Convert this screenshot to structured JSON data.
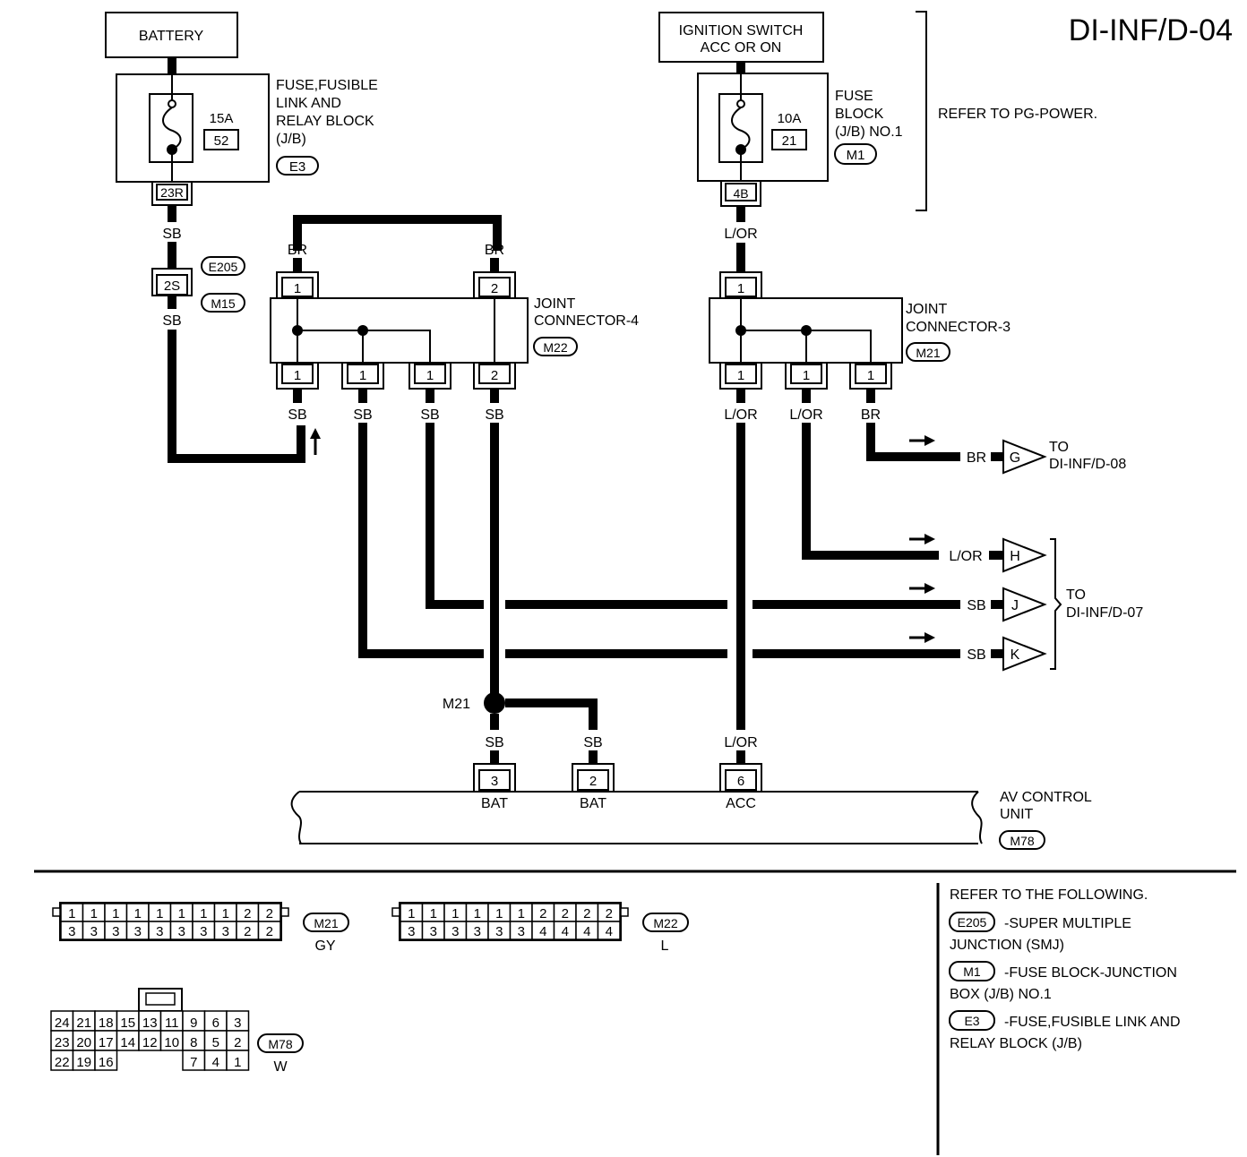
{
  "title": "DI-INF/D-04",
  "battery": "BATTERY",
  "ignition": {
    "line1": "IGNITION SWITCH",
    "line2": "ACC OR ON"
  },
  "fuse_left": {
    "amp": "15A",
    "num": "52",
    "label": [
      "FUSE,FUSIBLE",
      "LINK AND",
      "RELAY BLOCK",
      "(J/B)"
    ],
    "conn": "E3",
    "terminal": "23R"
  },
  "fuse_right": {
    "amp": "10A",
    "num": "21",
    "label": [
      "FUSE",
      "BLOCK",
      "(J/B) NO.1"
    ],
    "conn": "M1",
    "terminal": "4B"
  },
  "refer_pg": "REFER TO PG-POWER.",
  "inline": {
    "terminal": "2S",
    "conn_top": "E205",
    "conn_bottom": "M15"
  },
  "jc4": {
    "label": [
      "JOINT",
      "CONNECTOR-4"
    ],
    "conn": "M22",
    "top_pins": [
      "1",
      "2"
    ],
    "bottom_pins": [
      "1",
      "1",
      "1",
      "2"
    ]
  },
  "jc3": {
    "label": [
      "JOINT",
      "CONNECTOR-3"
    ],
    "conn": "M21",
    "top_pins": [
      "1"
    ],
    "bottom_pins": [
      "1",
      "1",
      "1"
    ]
  },
  "wires": {
    "sb": "SB",
    "br": "BR",
    "lor": "L/OR"
  },
  "offpage": {
    "g": "G",
    "h": "H",
    "j": "J",
    "k": "K",
    "to": "TO",
    "d08": "DI-INF/D-08",
    "d07": "DI-INF/D-07"
  },
  "splice": "M21",
  "av_unit": {
    "label": [
      "AV CONTROL",
      "UNIT"
    ],
    "conn": "M78",
    "pins": [
      {
        "num": "3",
        "name": "BAT"
      },
      {
        "num": "2",
        "name": "BAT"
      },
      {
        "num": "6",
        "name": "ACC"
      }
    ]
  },
  "connectors": {
    "m21": {
      "id": "M21",
      "color": "GY",
      "top": [
        "1",
        "1",
        "1",
        "1",
        "1",
        "1",
        "1",
        "1",
        "2",
        "2"
      ],
      "bottom": [
        "3",
        "3",
        "3",
        "3",
        "3",
        "3",
        "3",
        "3",
        "2",
        "2"
      ]
    },
    "m22": {
      "id": "M22",
      "color": "L",
      "top": [
        "1",
        "1",
        "1",
        "1",
        "1",
        "1",
        "2",
        "2",
        "2",
        "2"
      ],
      "bottom": [
        "3",
        "3",
        "3",
        "3",
        "3",
        "3",
        "4",
        "4",
        "4",
        "4"
      ]
    },
    "m78": {
      "id": "M78",
      "color": "W",
      "row1": [
        "24",
        "21",
        "18",
        "15",
        "13",
        "11",
        "9",
        "6",
        "3"
      ],
      "row2": [
        "23",
        "20",
        "17",
        "14",
        "12",
        "10",
        "8",
        "5",
        "2"
      ],
      "row3a": [
        "22",
        "19",
        "16"
      ],
      "row3b": [
        "7",
        "4",
        "1"
      ]
    }
  },
  "refer_following": {
    "heading": "REFER TO THE FOLLOWING.",
    "items": [
      {
        "id": "E205",
        "line1": "-SUPER MULTIPLE",
        "line2": "JUNCTION (SMJ)"
      },
      {
        "id": "M1",
        "line1": "-FUSE BLOCK-JUNCTION",
        "line2": "BOX (J/B) NO.1"
      },
      {
        "id": "E3",
        "line1": "-FUSE,FUSIBLE LINK AND",
        "line2": "RELAY BLOCK (J/B)"
      }
    ]
  }
}
